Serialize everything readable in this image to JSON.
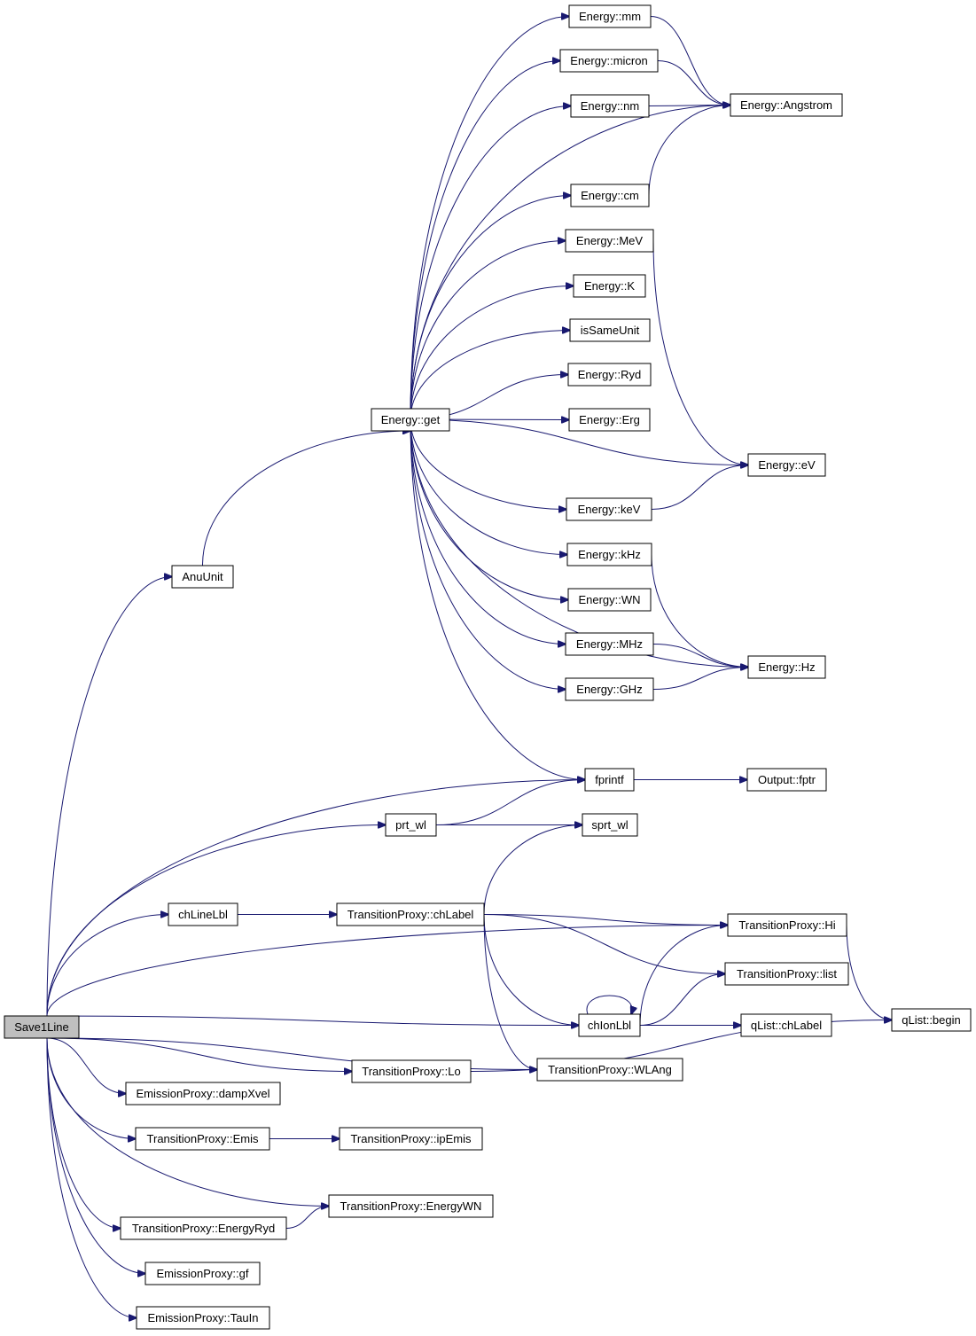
{
  "nodes": [
    {
      "id": "save1line",
      "label": "Save1Line",
      "root": true
    },
    {
      "id": "anuunit",
      "label": "AnuUnit"
    },
    {
      "id": "energy_get",
      "label": "Energy::get"
    },
    {
      "id": "energy_mm",
      "label": "Energy::mm"
    },
    {
      "id": "energy_micron",
      "label": "Energy::micron"
    },
    {
      "id": "energy_nm",
      "label": "Energy::nm"
    },
    {
      "id": "energy_angstrom",
      "label": "Energy::Angstrom"
    },
    {
      "id": "energy_cm",
      "label": "Energy::cm"
    },
    {
      "id": "energy_mev",
      "label": "Energy::MeV"
    },
    {
      "id": "energy_k",
      "label": "Energy::K"
    },
    {
      "id": "issameunit",
      "label": "isSameUnit"
    },
    {
      "id": "energy_ryd",
      "label": "Energy::Ryd"
    },
    {
      "id": "energy_erg",
      "label": "Energy::Erg"
    },
    {
      "id": "energy_ev",
      "label": "Energy::eV"
    },
    {
      "id": "energy_kev",
      "label": "Energy::keV"
    },
    {
      "id": "energy_khz",
      "label": "Energy::kHz"
    },
    {
      "id": "energy_wn",
      "label": "Energy::WN"
    },
    {
      "id": "energy_mhz",
      "label": "Energy::MHz"
    },
    {
      "id": "energy_hz",
      "label": "Energy::Hz"
    },
    {
      "id": "energy_ghz",
      "label": "Energy::GHz"
    },
    {
      "id": "fprintf",
      "label": "fprintf"
    },
    {
      "id": "output_fptr",
      "label": "Output::fptr"
    },
    {
      "id": "prt_wl",
      "label": "prt_wl"
    },
    {
      "id": "sprt_wl",
      "label": "sprt_wl"
    },
    {
      "id": "chlinelbl",
      "label": "chLineLbl"
    },
    {
      "id": "tp_chlabel",
      "label": "TransitionProxy::chLabel"
    },
    {
      "id": "tp_hi",
      "label": "TransitionProxy::Hi"
    },
    {
      "id": "tp_list",
      "label": "TransitionProxy::list"
    },
    {
      "id": "qlist_begin",
      "label": "qList::begin"
    },
    {
      "id": "chionlbl",
      "label": "chIonLbl"
    },
    {
      "id": "qlist_chlabel",
      "label": "qList::chLabel"
    },
    {
      "id": "tp_wlang",
      "label": "TransitionProxy::WLAng"
    },
    {
      "id": "tp_lo",
      "label": "TransitionProxy::Lo"
    },
    {
      "id": "ep_dampxvel",
      "label": "EmissionProxy::dampXvel"
    },
    {
      "id": "tp_emis",
      "label": "TransitionProxy::Emis"
    },
    {
      "id": "tp_ipemis",
      "label": "TransitionProxy::ipEmis"
    },
    {
      "id": "tp_energywn",
      "label": "TransitionProxy::EnergyWN"
    },
    {
      "id": "tp_energyryd",
      "label": "TransitionProxy::EnergyRyd"
    },
    {
      "id": "ep_gf",
      "label": "EmissionProxy::gf"
    },
    {
      "id": "ep_tauin",
      "label": "EmissionProxy::TauIn"
    }
  ],
  "edges": [
    [
      "save1line",
      "anuunit"
    ],
    [
      "anuunit",
      "energy_get"
    ],
    [
      "energy_get",
      "energy_mm"
    ],
    [
      "energy_get",
      "energy_micron"
    ],
    [
      "energy_get",
      "energy_nm"
    ],
    [
      "energy_get",
      "energy_angstrom"
    ],
    [
      "energy_get",
      "energy_cm"
    ],
    [
      "energy_get",
      "energy_mev"
    ],
    [
      "energy_get",
      "energy_k"
    ],
    [
      "energy_get",
      "issameunit"
    ],
    [
      "energy_get",
      "energy_ryd"
    ],
    [
      "energy_get",
      "energy_erg"
    ],
    [
      "energy_get",
      "energy_ev"
    ],
    [
      "energy_get",
      "energy_kev"
    ],
    [
      "energy_get",
      "energy_khz"
    ],
    [
      "energy_get",
      "energy_wn"
    ],
    [
      "energy_get",
      "energy_mhz"
    ],
    [
      "energy_get",
      "energy_ghz"
    ],
    [
      "energy_get",
      "energy_hz"
    ],
    [
      "energy_get",
      "fprintf"
    ],
    [
      "energy_mm",
      "energy_angstrom"
    ],
    [
      "energy_micron",
      "energy_angstrom"
    ],
    [
      "energy_nm",
      "energy_angstrom"
    ],
    [
      "energy_cm",
      "energy_angstrom"
    ],
    [
      "energy_mev",
      "energy_ev"
    ],
    [
      "energy_kev",
      "energy_ev"
    ],
    [
      "energy_khz",
      "energy_hz"
    ],
    [
      "energy_mhz",
      "energy_hz"
    ],
    [
      "energy_ghz",
      "energy_hz"
    ],
    [
      "save1line",
      "fprintf"
    ],
    [
      "fprintf",
      "output_fptr"
    ],
    [
      "save1line",
      "prt_wl"
    ],
    [
      "prt_wl",
      "fprintf"
    ],
    [
      "prt_wl",
      "sprt_wl"
    ],
    [
      "save1line",
      "tp_hi"
    ],
    [
      "save1line",
      "chlinelbl"
    ],
    [
      "chlinelbl",
      "tp_chlabel"
    ],
    [
      "tp_chlabel",
      "sprt_wl"
    ],
    [
      "tp_chlabel",
      "tp_hi"
    ],
    [
      "tp_chlabel",
      "tp_list"
    ],
    [
      "tp_chlabel",
      "chionlbl"
    ],
    [
      "tp_chlabel",
      "tp_wlang"
    ],
    [
      "tp_hi",
      "qlist_begin"
    ],
    [
      "save1line",
      "chionlbl"
    ],
    [
      "chionlbl",
      "chionlbl"
    ],
    [
      "chionlbl",
      "tp_hi"
    ],
    [
      "chionlbl",
      "tp_list"
    ],
    [
      "chionlbl",
      "qlist_chlabel"
    ],
    [
      "save1line",
      "tp_wlang"
    ],
    [
      "save1line",
      "tp_lo"
    ],
    [
      "tp_lo",
      "qlist_begin"
    ],
    [
      "save1line",
      "ep_dampxvel"
    ],
    [
      "save1line",
      "tp_emis"
    ],
    [
      "tp_emis",
      "tp_ipemis"
    ],
    [
      "save1line",
      "tp_energywn"
    ],
    [
      "save1line",
      "tp_energyryd"
    ],
    [
      "tp_energyryd",
      "tp_energywn"
    ],
    [
      "save1line",
      "ep_gf"
    ],
    [
      "save1line",
      "ep_tauin"
    ]
  ]
}
